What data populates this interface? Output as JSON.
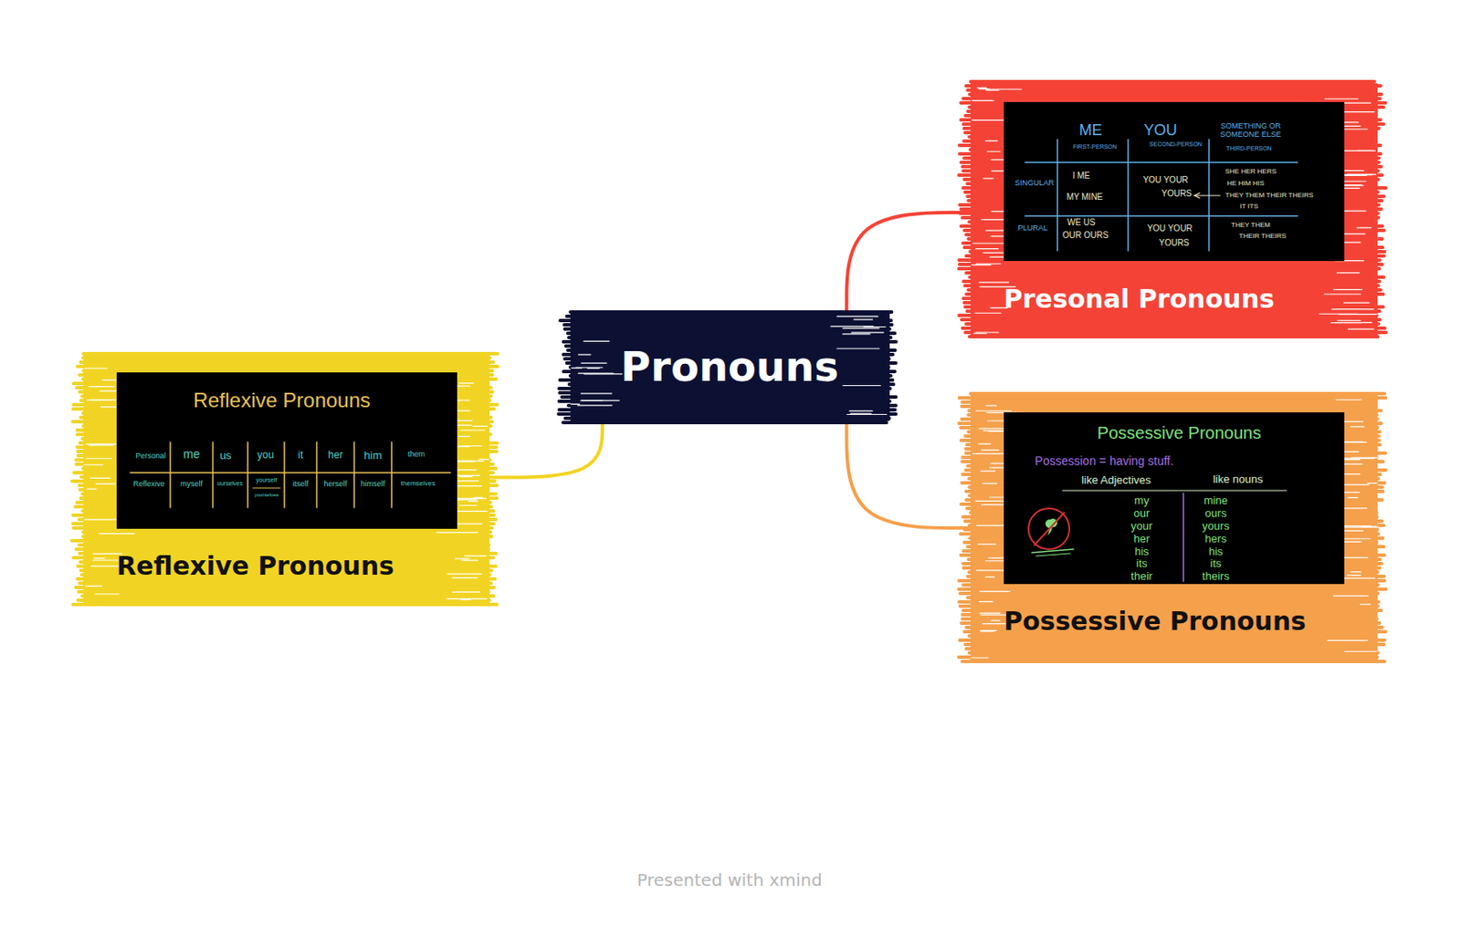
{
  "diagram": {
    "nodes": [
      {
        "text": [
          "Pronouns"
        ]
      },
      {
        "text": [
          "Presonal Pronouns"
        ]
      },
      {
        "text": [
          "ME",
          "FIRST-PERSON",
          "YOU",
          "SECOND-PERSON",
          "SOMETHING OR SOMEONE ELSE",
          "THIRD-PERSON",
          "SINGULAR",
          "I ME",
          "MY MINE",
          "YOU YOUR",
          "YOURS",
          "SHE HER HERS",
          "HE HIM HIS",
          "THEY THEM THEIR THEIRS",
          "IT ITS",
          "PLURAL",
          "WE US",
          "OUR OURS",
          "YOU YOUR",
          "YOURS",
          "THEY THEM",
          "THEIR THEIRS"
        ],
        "in": 1
      },
      {
        "text": [
          "Possessive Pronouns"
        ]
      },
      {
        "text": [
          "Possessive Pronouns",
          "Possession = having stuff.",
          "like Adjectives",
          "like nouns",
          "my",
          "our",
          "your",
          "her",
          "his",
          "its",
          "their",
          "mine",
          "ours",
          "yours",
          "hers",
          "his",
          "its",
          "theirs"
        ],
        "in": 3
      },
      {
        "text": [
          "Reflexive Pronouns"
        ]
      },
      {
        "text": [
          "Reflexive Pronouns",
          "Personal",
          "me",
          "us",
          "you",
          "it",
          "her",
          "him",
          "them",
          "Reflexive",
          "myself",
          "ourselves",
          "yourself",
          "yourselves",
          "itself",
          "herself",
          "himself",
          "themselves"
        ],
        "in": 5
      }
    ],
    "edges": [
      {
        "from": 0,
        "to": 1,
        "arrow": "none"
      },
      {
        "from": 0,
        "to": 3,
        "arrow": "none"
      },
      {
        "from": 0,
        "to": 5,
        "arrow": "none"
      }
    ],
    "labels": [
      "Presented with xmind"
    ]
  }
}
